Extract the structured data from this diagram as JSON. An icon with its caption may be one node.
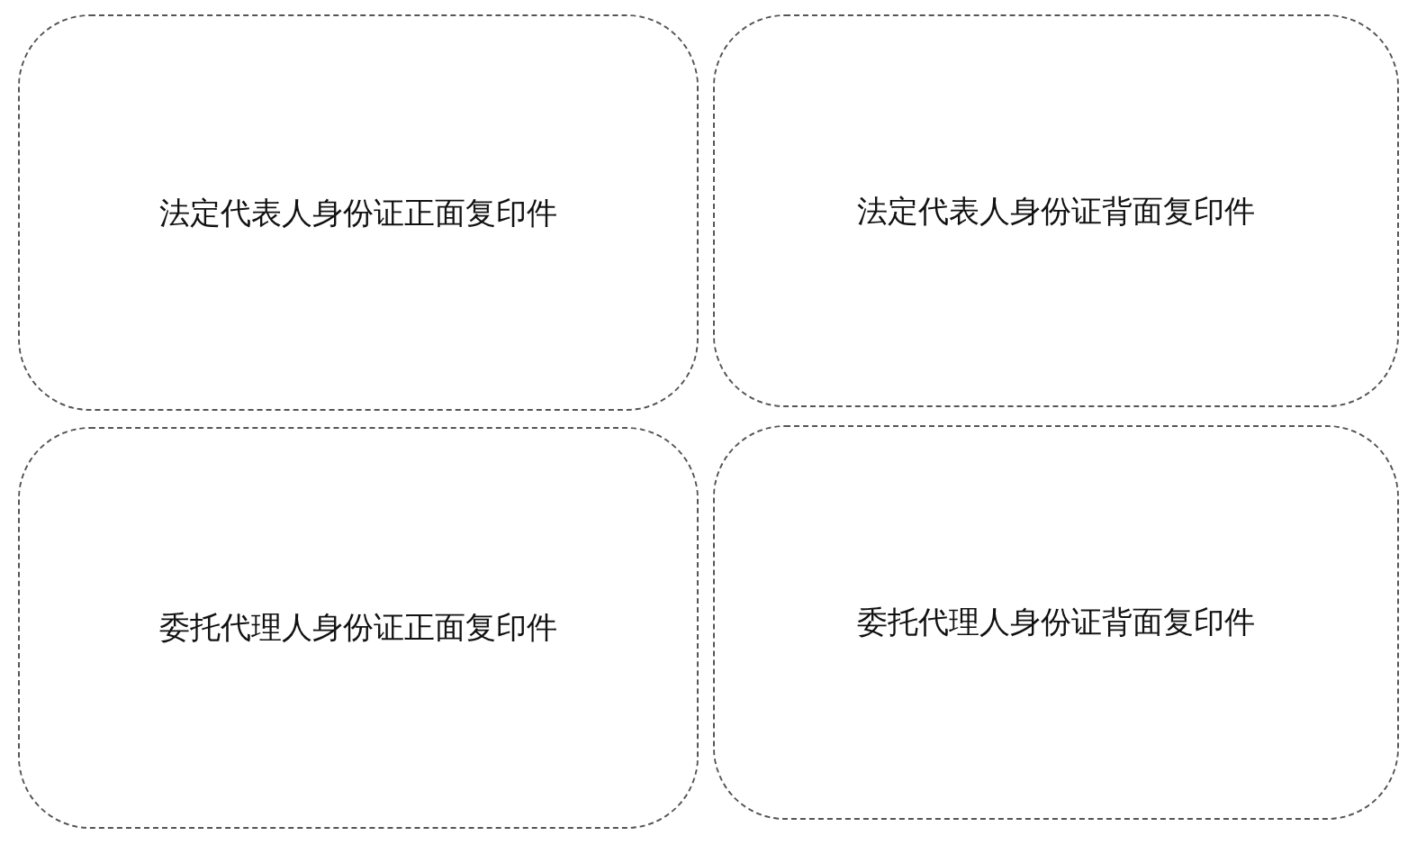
{
  "diagram": {
    "nodes": [
      {
        "text": [
          "法定代表人身份证正面复印件"
        ]
      },
      {
        "text": [
          "法定代表人身份证背面复印件"
        ]
      },
      {
        "text": [
          "委托代理人身份证正面复印件"
        ]
      },
      {
        "text": [
          "委托代理人身份证背面复印件"
        ]
      }
    ]
  }
}
